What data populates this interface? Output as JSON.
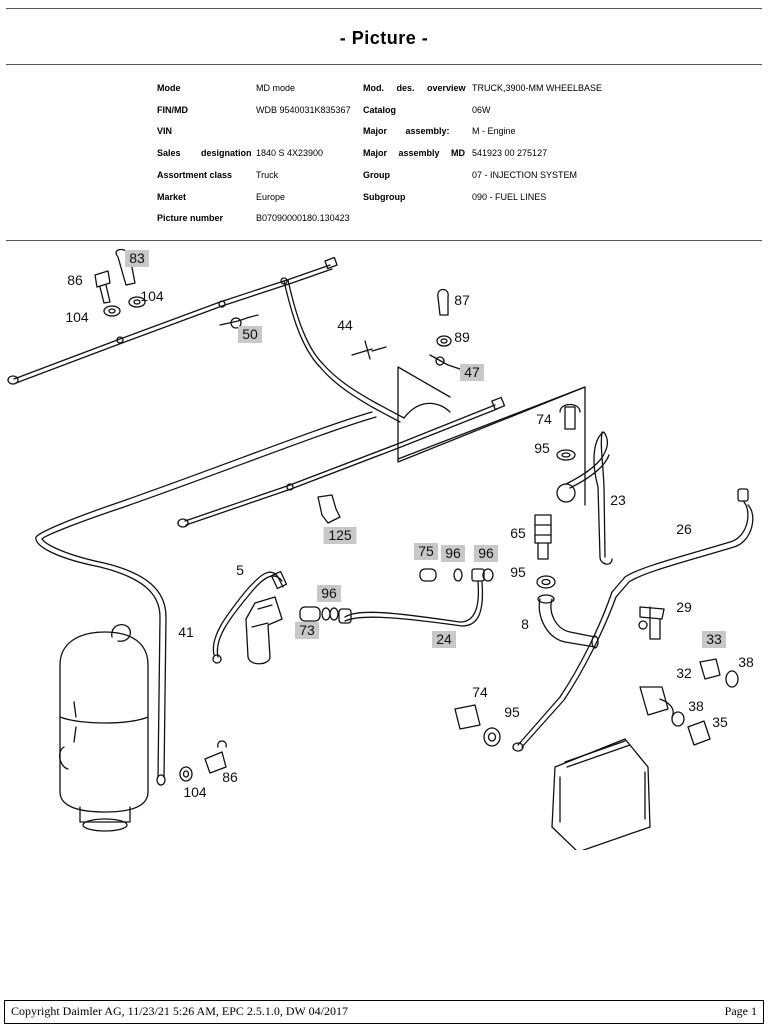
{
  "header": {
    "title": "- Picture -"
  },
  "info": {
    "left": [
      {
        "label": "Mode",
        "value": "MD mode"
      },
      {
        "label": "FIN/MD",
        "value": "WDB 9540031K835367"
      },
      {
        "label": "VIN",
        "value": ""
      },
      {
        "label": "Sales designation",
        "value": "1840 S 4X23900"
      },
      {
        "label": "Assortment class",
        "value": "Truck"
      },
      {
        "label": "Market",
        "value": "Europe"
      },
      {
        "label": "Picture number",
        "value": "B07090000180.130423"
      }
    ],
    "right": [
      {
        "label": "Mod. des. overview",
        "value": "TRUCK,3900-MM WHEELBASE"
      },
      {
        "label": "Catalog",
        "value": "06W"
      },
      {
        "label": "Major assembly:",
        "value": "M - Engine"
      },
      {
        "label": "Major assembly MD",
        "value": "541923 00 275127"
      },
      {
        "label": "Group",
        "value": "07 - INJECTION SYSTEM"
      },
      {
        "label": "Subgroup",
        "value": "090 - FUEL LINES"
      }
    ]
  },
  "callouts": [
    {
      "text": "83",
      "hl": true
    },
    {
      "text": "86",
      "hl": false
    },
    {
      "text": "104",
      "hl": false
    },
    {
      "text": "104",
      "hl": false
    },
    {
      "text": "50",
      "hl": true
    },
    {
      "text": "87",
      "hl": false
    },
    {
      "text": "44",
      "hl": false
    },
    {
      "text": "89",
      "hl": false
    },
    {
      "text": "47",
      "hl": true
    },
    {
      "text": "74",
      "hl": false
    },
    {
      "text": "95",
      "hl": false
    },
    {
      "text": "23",
      "hl": false
    },
    {
      "text": "26",
      "hl": false
    },
    {
      "text": "125",
      "hl": true
    },
    {
      "text": "65",
      "hl": false
    },
    {
      "text": "75",
      "hl": true
    },
    {
      "text": "96",
      "hl": true
    },
    {
      "text": "96",
      "hl": true
    },
    {
      "text": "5",
      "hl": false
    },
    {
      "text": "95",
      "hl": false
    },
    {
      "text": "96",
      "hl": true
    },
    {
      "text": "73",
      "hl": true
    },
    {
      "text": "8",
      "hl": false
    },
    {
      "text": "29",
      "hl": false
    },
    {
      "text": "24",
      "hl": true
    },
    {
      "text": "41",
      "hl": false
    },
    {
      "text": "33",
      "hl": true
    },
    {
      "text": "38",
      "hl": false
    },
    {
      "text": "32",
      "hl": false
    },
    {
      "text": "74",
      "hl": false
    },
    {
      "text": "95",
      "hl": false
    },
    {
      "text": "38",
      "hl": false
    },
    {
      "text": "35",
      "hl": false
    },
    {
      "text": "104",
      "hl": false
    },
    {
      "text": "86",
      "hl": false
    }
  ],
  "footer": {
    "left": "Copyright Daimler AG, 11/23/21 5:26 AM, EPC 2.5.1.0, DW 04/2017",
    "right": "Page 1"
  }
}
